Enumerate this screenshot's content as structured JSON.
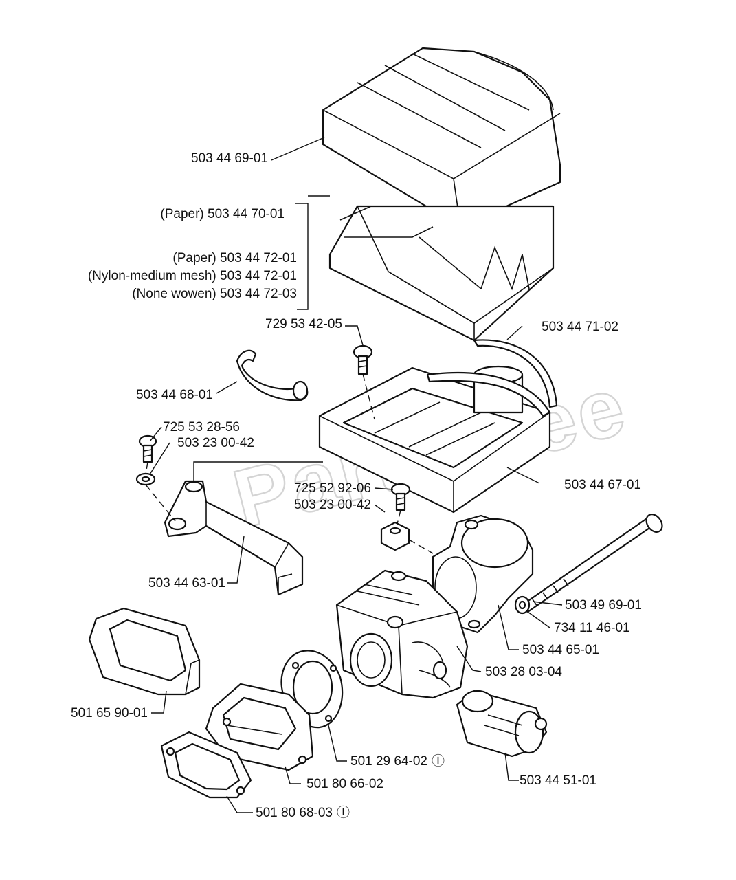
{
  "watermark": "PartsTree",
  "callouts": {
    "air_filter_cover": "503 44 69-01",
    "filter_paper_1": "(Paper) 503 44 70-01",
    "filter_paper_2": "(Paper) 503 44 72-01",
    "filter_nylon": "(Nylon-medium mesh) 503 44 72-01",
    "filter_none_woven": "(None wowen) 503 44 72-03",
    "screw_top": "729 53 42-05",
    "seal_strip": "503 44 71-02",
    "clip": "503 44 68-01",
    "screw_left": "725 53 28-56",
    "washer_left": "503 23 00-42",
    "filter_base": "503 44 67-01",
    "screw_mid": "725 52 92-06",
    "washer_mid": "503 23 00-42",
    "bracket": "503 44 63-01",
    "long_bolt": "503 49 69-01",
    "bolt_washer": "734 11 46-01",
    "carb_housing": "503 44 65-01",
    "carburetor": "503 28 03-04",
    "intake_boot": "501 65 90-01",
    "gasket_round": "501 29 64-02",
    "intake_adapter": "501 80 66-02",
    "gasket_flat": "501 80 68-03",
    "choke_part": "503 44 51-01"
  },
  "notes": {
    "gasket_round_symbol": "Ⓘ",
    "gasket_flat_symbol": "Ⓘ"
  }
}
